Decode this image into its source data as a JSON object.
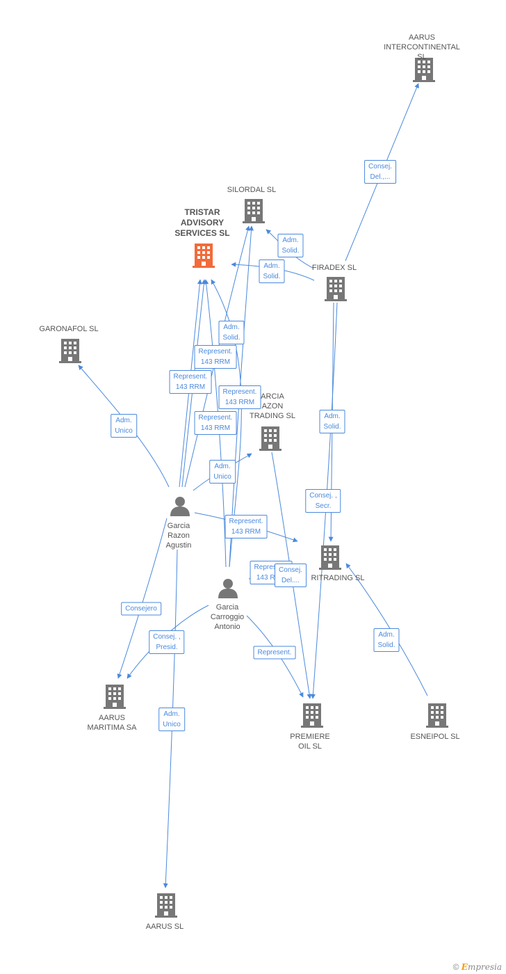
{
  "colors": {
    "edge": "#4a89dc",
    "company": "#777777",
    "company_highlight": "#f26b3a",
    "person": "#777777"
  },
  "nodes": {
    "aarus_intercontinental": {
      "label": "AARUS\nINTERCONTINENTAL SL",
      "icon": "building-icon"
    },
    "silordal": {
      "label": "SILORDAL SL",
      "icon": "building-icon"
    },
    "tristar": {
      "label": "TRISTAR\nADVISORY\nSERVICES SL",
      "icon": "building-icon"
    },
    "firadex": {
      "label": "FIRADEX SL",
      "icon": "building-icon"
    },
    "garonafol": {
      "label": "GARONAFOL SL",
      "icon": "building-icon"
    },
    "garcia_razon_trading": {
      "label": "ARCIA\nAZON\nTRADING SL",
      "icon": "building-icon"
    },
    "ritrading": {
      "label": "RITRADING SL",
      "icon": "building-icon"
    },
    "garcia_agustin": {
      "label": "Garcia\nRazon\nAgustin",
      "icon": "person-icon"
    },
    "garcia_antonio": {
      "label": "Garcia\nCarroggio\nAntonio",
      "icon": "person-icon"
    },
    "aarus_maritima": {
      "label": "AARUS\nMARITIMA SA",
      "icon": "building-icon"
    },
    "premiere_oil": {
      "label": "PREMIERE\nOIL SL",
      "icon": "building-icon"
    },
    "esneipol": {
      "label": "ESNEIPOL SL",
      "icon": "building-icon"
    },
    "aarus_sl": {
      "label": "AARUS SL",
      "icon": "building-icon"
    }
  },
  "edge_labels": {
    "consej_del_1": "Consej.\nDel.,...",
    "adm_solid_1": "Adm.\nSolid.",
    "adm_solid_2": "Adm.\nSolid.",
    "adm_solid_3": "Adm.\nSolid.",
    "represent_1": "Represent.\n143 RRM",
    "represent_2": "Represent.\n143 RRM",
    "represent_3": "Represent.\n143 RRM",
    "represent_4": "Represent.\n143 RRM",
    "adm_unico_1": "Adm.\nUnico",
    "adm_unico_2": "Adm.\nUnico",
    "adm_solid_4": "Adm.\nSolid.",
    "consej_secr": "Consej. ,\nSecr.",
    "represent_5": "Represent.\n143 RRM",
    "represent_6": "Represent.\n143 RRM",
    "consej_del_2": "Consej.\nDel....",
    "consejero": "Consejero",
    "consej_presid": "Consej. ,\nPresid.",
    "represent_7": "Represent.",
    "adm_solid_5": "Adm.\nSolid.",
    "adm_unico_3": "Adm.\nUnico"
  },
  "footer": {
    "copyright": "©",
    "brand_first": "E",
    "brand_rest": "mpresia"
  }
}
